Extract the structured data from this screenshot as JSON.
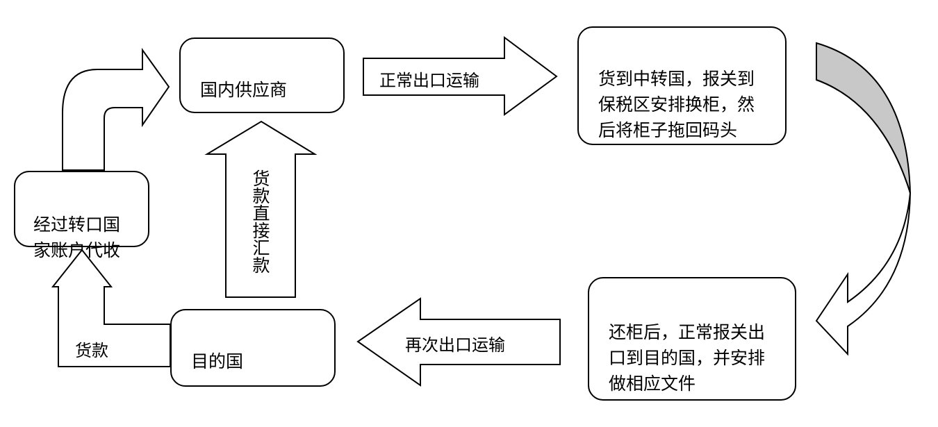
{
  "boxes": {
    "domestic_supplier": "国内供应商",
    "transit_country": "货到中转国，报关到\n保税区安排换柜，然\n后将柜子拖回码头",
    "transit_account": "经过转口国\n家账户代收",
    "destination_country": "目的国",
    "return_container": "还柜后，正常报关出\n口到目的国，并安排\n做相应文件"
  },
  "arrows": {
    "normal_export": "正常出口运输",
    "re_export": "再次出口运输",
    "direct_payment": "货款直接汇款",
    "payment": "货款"
  },
  "colors": {
    "stroke": "#000000",
    "curved_fill": "#c8c8c8"
  }
}
